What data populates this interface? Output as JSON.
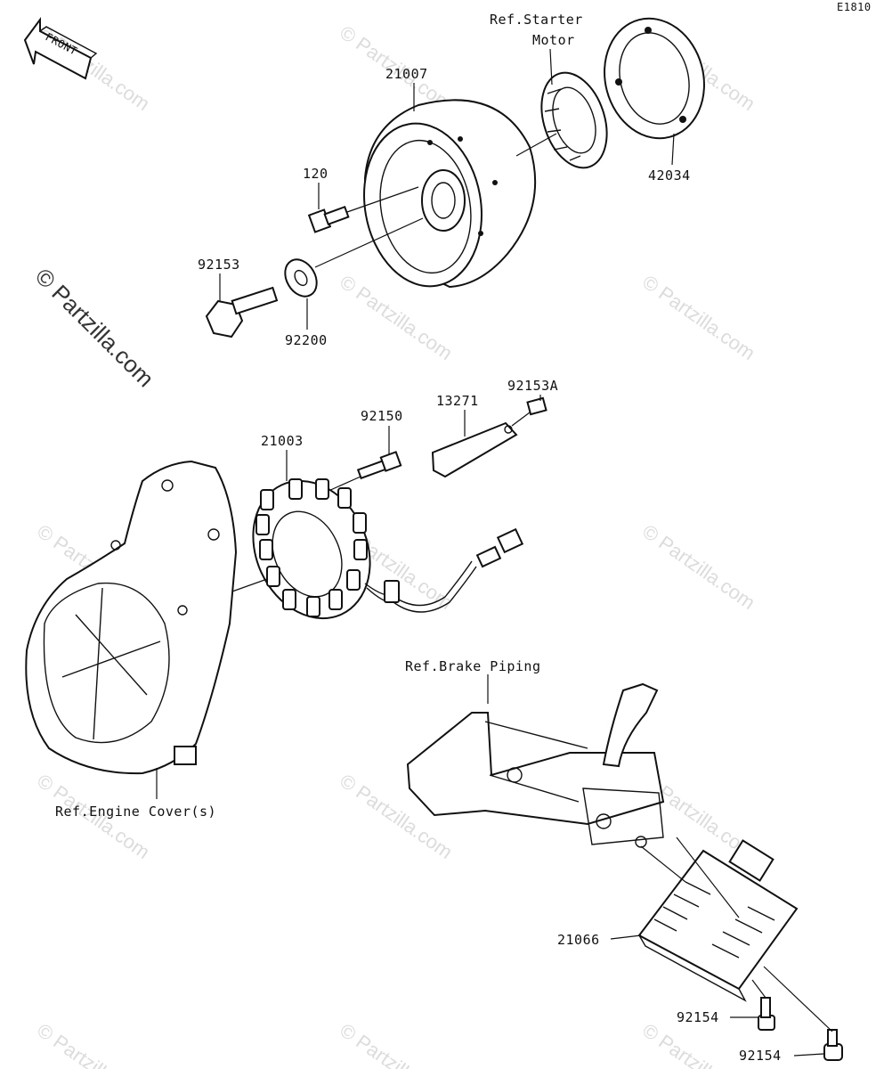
{
  "figure_code": "E1810",
  "front_marker": "FRONT",
  "watermark": "© Partzilla.com",
  "refs": {
    "starter_motor_line1": "Ref.Starter",
    "starter_motor_line2": "Motor",
    "brake_piping": "Ref.Brake Piping",
    "engine_cover": "Ref.Engine Cover(s)"
  },
  "parts": {
    "p21007": "21007",
    "p42034": "42034",
    "p120": "120",
    "p92153": "92153",
    "p92200": "92200",
    "p92153A": "92153A",
    "p13271": "13271",
    "p92150": "92150",
    "p21003": "21003",
    "p21066": "21066",
    "p92154_a": "92154",
    "p92154_b": "92154"
  }
}
